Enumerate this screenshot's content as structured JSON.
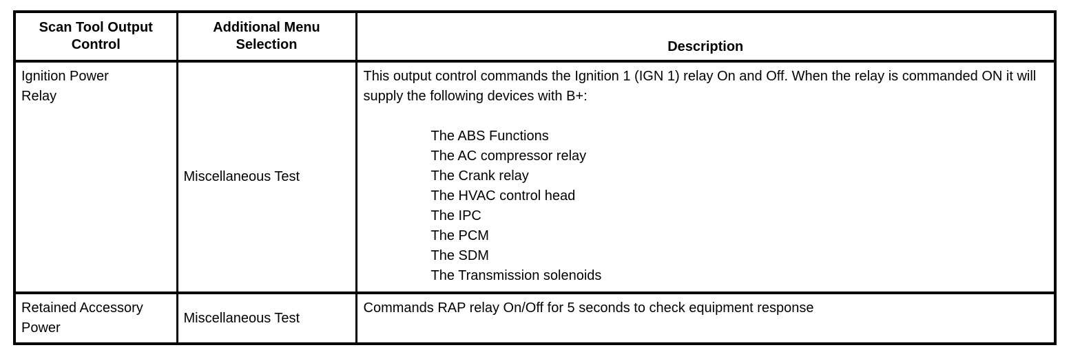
{
  "table": {
    "columns": [
      {
        "id": "scan-tool-output-control",
        "header": "Scan Tool Output\nControl"
      },
      {
        "id": "additional-menu-selection",
        "header": "Additional Menu\nSelection"
      },
      {
        "id": "description",
        "header": "Description"
      }
    ],
    "rows": [
      {
        "id": "ignition-power-relay",
        "control": "Ignition Power\nRelay",
        "menu_selection": "Miscellaneous Test",
        "description_intro": "This output control commands the Ignition 1 (IGN 1) relay On and Off. When the relay is commanded ON it will supply the following devices with B+:",
        "device_list": [
          "The ABS Functions",
          "The AC compressor relay",
          "The Crank relay",
          "The HVAC control head",
          "The IPC",
          "The PCM",
          "The SDM",
          "The Transmission solenoids"
        ]
      },
      {
        "id": "retained-accessory-power",
        "control": "Retained Accessory\nPower",
        "menu_selection": "Miscellaneous Test",
        "description_intro": "Commands RAP relay On/Off for 5 seconds to check equipment response",
        "device_list": []
      }
    ]
  },
  "colors": {
    "border": "#000000",
    "text": "#000000",
    "background": "#ffffff"
  }
}
